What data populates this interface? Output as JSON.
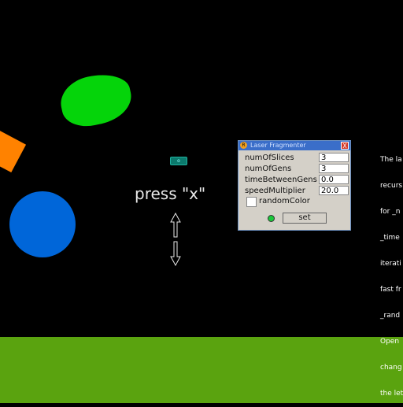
{
  "scene": {
    "hint_text": "press \"x\"",
    "colors": {
      "background": "#000000",
      "ground": "#5aa30f",
      "green_blob": "#05d40a",
      "blue_circle": "#0066d9",
      "orange_shape": "#ff8200"
    }
  },
  "panel": {
    "title": "Laser Fragmenter",
    "title_icon": "app-icon",
    "close_label": "X",
    "fields": [
      {
        "label": "numOfSlices",
        "value": "3"
      },
      {
        "label": "numOfGens",
        "value": "3"
      },
      {
        "label": "timeBetweenGens",
        "value": "0.0"
      },
      {
        "label": "speedMultiplier",
        "value": "20.0"
      }
    ],
    "checkbox_label": "randomColor",
    "set_label": "set"
  },
  "side_text": {
    "lines": [
      "The la",
      "recurs",
      "for _n",
      "_time",
      "iterati",
      "fast fr",
      "_rand",
      "Open",
      "chang",
      "the let"
    ]
  }
}
